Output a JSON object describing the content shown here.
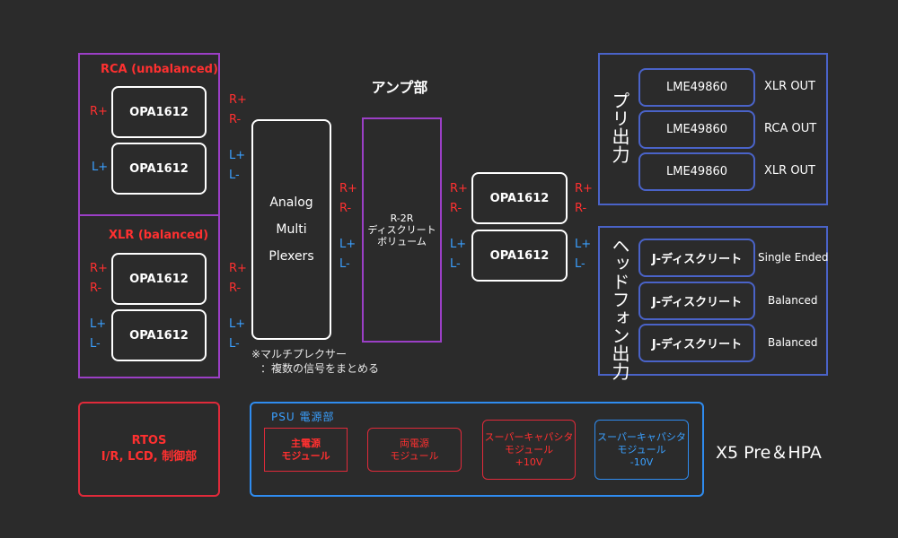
{
  "title": "アンプ部",
  "input": {
    "rca_title": "RCA (unbalanced)",
    "xlr_title": "XLR (balanced)",
    "rca_chips": [
      {
        "in": "R+",
        "chip": "OPA1612",
        "out": [
          "R+",
          "R-"
        ]
      },
      {
        "in": "L+",
        "chip": "OPA1612",
        "out": [
          "L+",
          "L-"
        ]
      }
    ],
    "xlr_chips": [
      {
        "in": [
          "R+",
          "R-"
        ],
        "chip": "OPA1612",
        "out": [
          "R+",
          "R-"
        ]
      },
      {
        "in": [
          "L+",
          "L-"
        ],
        "chip": "OPA1612",
        "out": [
          "L+",
          "L-"
        ]
      }
    ]
  },
  "mux": {
    "label": [
      "Analog",
      "Multi",
      "Plexers"
    ],
    "out": [
      "R+",
      "R-",
      "L+",
      "L-"
    ],
    "note1": "※マルチプレクサー",
    "note2": "：複数の信号をまとめる"
  },
  "volume": {
    "label1": "R-2R",
    "label2": "ディスクリート",
    "label3": "ボリューム",
    "out": [
      "R+",
      "R-",
      "L+",
      "L-"
    ]
  },
  "buffer": {
    "chips": [
      "OPA1612",
      "OPA1612"
    ],
    "out": [
      "R+",
      "R-",
      "L+",
      "L-"
    ]
  },
  "pre_out": {
    "title": "プリ出力",
    "rows": [
      {
        "chip": "LME49860",
        "label": "XLR OUT"
      },
      {
        "chip": "LME49860",
        "label": "RCA OUT"
      },
      {
        "chip": "LME49860",
        "label": "XLR OUT"
      }
    ]
  },
  "hp_out": {
    "title": "ヘッドフォン出力",
    "rows": [
      {
        "chip": "J-ディスクリート",
        "label": "Single Ended"
      },
      {
        "chip": "J-ディスクリート",
        "label": "Balanced"
      },
      {
        "chip": "J-ディスクリート",
        "label": "Balanced"
      }
    ]
  },
  "rtos": {
    "line1": "RTOS",
    "line2": "I/R, LCD, 制御部"
  },
  "psu": {
    "title": "PSU 電源部",
    "modules": [
      {
        "line1": "主電源",
        "line2": "モジュール",
        "line3": ""
      },
      {
        "line1": "両電源",
        "line2": "モジュール",
        "line3": ""
      },
      {
        "line1": "スーパーキャパシタ",
        "line2": "モジュール",
        "line3": "+10V"
      },
      {
        "line1": "スーパーキャパシタ",
        "line2": "モジュール",
        "line3": "-10V"
      }
    ]
  },
  "product": "X5 Pre＆HPA",
  "colors": {
    "purple": "#9b3fc6",
    "red": "#ff3030",
    "blue": "#3aa0ff",
    "navy": "#4a63c8",
    "psu_blue": "#2f8cf0"
  }
}
